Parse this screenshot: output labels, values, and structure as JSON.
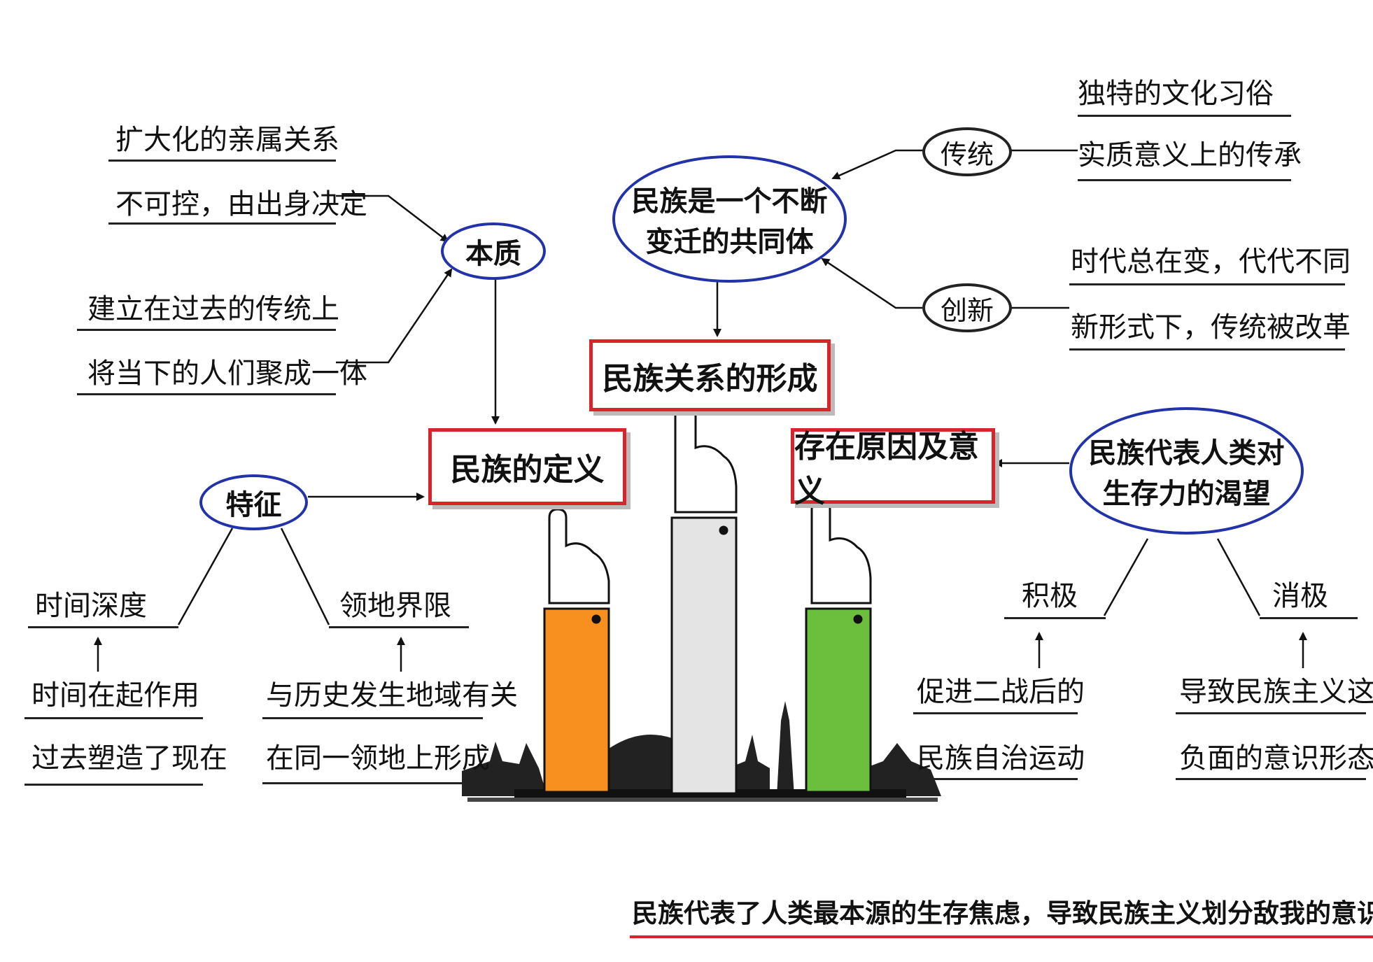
{
  "center": {
    "formation": "民族关系的形成",
    "definition": "民族的定义",
    "reasons": "存在原因及意义"
  },
  "community": {
    "line1": "民族是一个不断",
    "line2": "变迁的共同体"
  },
  "tradition": {
    "label": "传统",
    "items": [
      "独特的文化习俗",
      "实质意义上的传承"
    ]
  },
  "innovation": {
    "label": "创新",
    "items": [
      "时代总在变，代代不同",
      "新形式下，传统被改革"
    ]
  },
  "essence": {
    "label": "本质",
    "items": [
      "扩大化的亲属关系",
      "不可控，由出身决定",
      "建立在过去的传统上",
      "将当下的人们聚成一体"
    ]
  },
  "features": {
    "label": "特征",
    "time": {
      "label": "时间深度",
      "items": [
        "时间在起作用",
        "过去塑造了现在"
      ]
    },
    "territory": {
      "label": "领地界限",
      "items": [
        "与历史发生地域有关",
        "在同一领地上形成"
      ]
    }
  },
  "desire": {
    "line1": "民族代表人类对",
    "line2": "生存力的渴望",
    "positive": {
      "label": "积极",
      "items": [
        "促进二战后的",
        "民族自治运动"
      ]
    },
    "negative": {
      "label": "消极",
      "items": [
        "导致民族主义这种",
        "负面的意识形态"
      ]
    }
  },
  "conclusion": "民族代表了人类最本源的生存焦虑，导致民族主义划分敌我的意识形态",
  "colors": {
    "oval_border": "#2233aa",
    "box_border": "#d8242b",
    "underline_red": "#d8242b",
    "saffron": "#f7901e",
    "white_sleeve": "#e4e4e4",
    "green": "#6cbf3c"
  }
}
